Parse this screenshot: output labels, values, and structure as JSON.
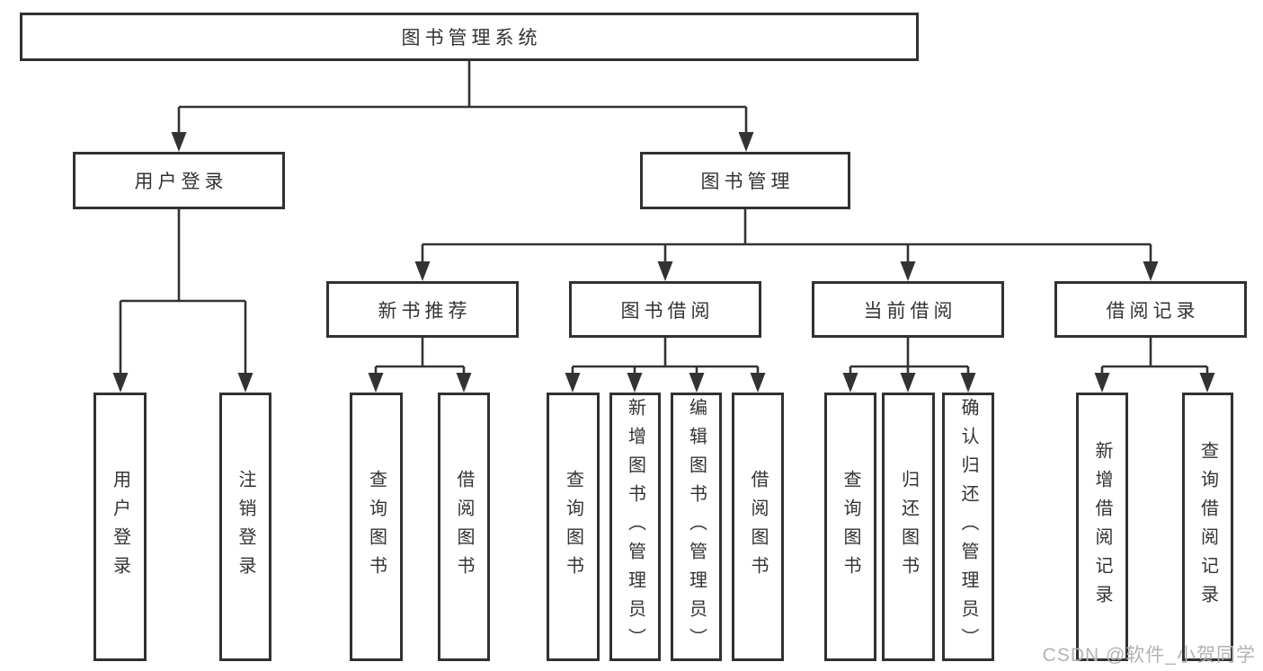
{
  "diagram": {
    "root": {
      "label": "图书管理系统"
    },
    "branches": [
      {
        "label": "用户登录",
        "leaves": [
          "用户登录",
          "注销登录"
        ]
      },
      {
        "label": "图书管理",
        "groups": [
          {
            "label": "新书推荐",
            "leaves": [
              "查询图书",
              "借阅图书"
            ]
          },
          {
            "label": "图书借阅",
            "leaves": [
              "查询图书",
              "新增图书（管理员）",
              "编辑图书（管理员）",
              "借阅图书"
            ]
          },
          {
            "label": "当前借阅",
            "leaves": [
              "查询图书",
              "归还图书",
              "确认归还（管理员）"
            ]
          },
          {
            "label": "借阅记录",
            "leaves": [
              "新增借阅记录",
              "查询借阅记录"
            ]
          }
        ]
      }
    ]
  },
  "watermark": {
    "text": "CSDN @软件_小贺同学"
  },
  "colors": {
    "line": "#333333",
    "border": "#313131",
    "text": "#333333",
    "watermark": "#b3b3b3",
    "background": "#ffffff"
  }
}
